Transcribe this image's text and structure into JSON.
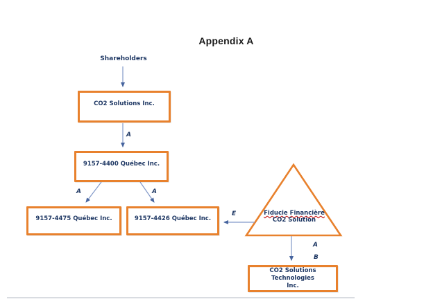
{
  "title": "Appendix A",
  "diagram": {
    "shareholders_label": "Shareholders",
    "nodes": {
      "co2_solutions": "CO2 Solutions Inc.",
      "q4400": "9157-4400 Québec Inc.",
      "q4475": "9157-4475 Québec Inc.",
      "q4426": "9157-4426 Québec Inc.",
      "fiducie_line1": "Fiducie Financière",
      "fiducie_line2": "CO2 Solution",
      "technologies_line1": "CO2 Solutions Technologies",
      "technologies_line2": "Inc."
    },
    "edge_labels": {
      "co2_to_4400": "A",
      "q4400_to_4475": "A",
      "q4400_to_4426": "A",
      "fiducie_to_4426": "E",
      "fiducie_to_tech_a": "A",
      "fiducie_to_tech_b": "B"
    },
    "colors": {
      "box_border": "#E8812D",
      "node_text": "#1F3864",
      "connector_line": "#8299C9",
      "arrowhead": "#46649E",
      "misspell_underline": "#C00000",
      "title_text": "#1A1A1A",
      "footer_rule": "#D9DCE1"
    }
  }
}
